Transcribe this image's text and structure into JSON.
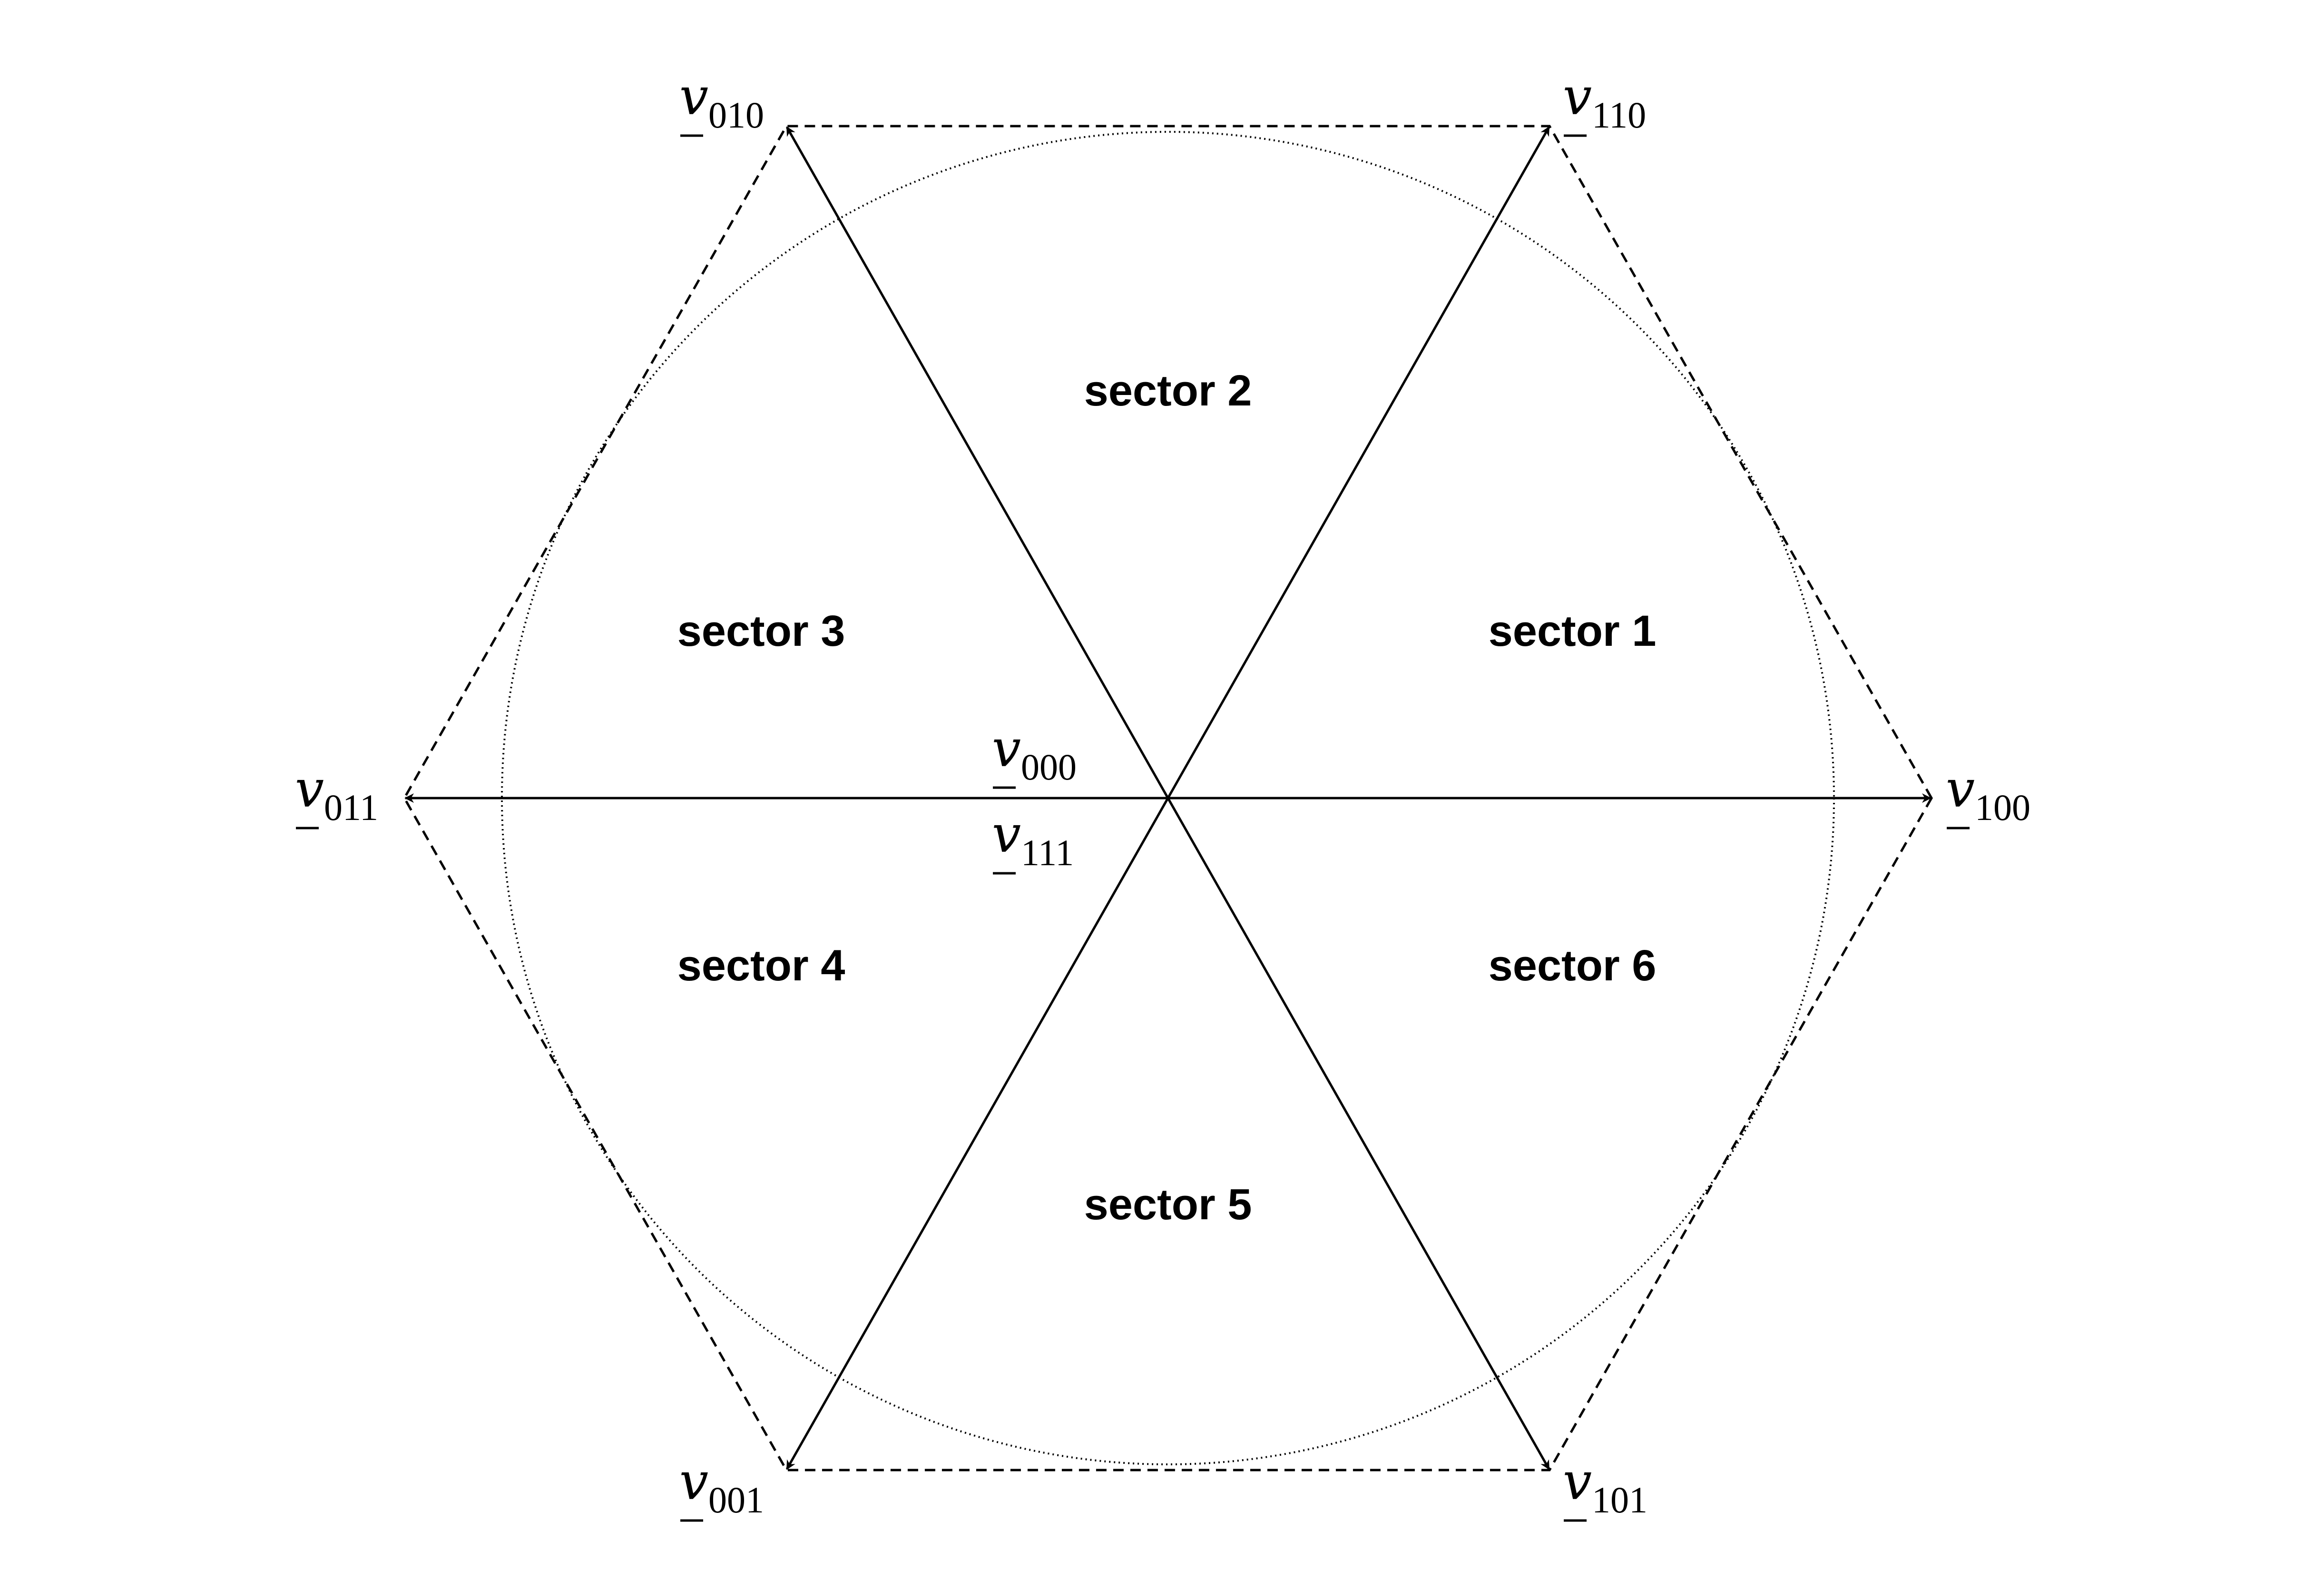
{
  "sectors": [
    {
      "id": "1",
      "label": "sector 1"
    },
    {
      "id": "2",
      "label": "sector 2"
    },
    {
      "id": "3",
      "label": "sector 3"
    },
    {
      "id": "4",
      "label": "sector 4"
    },
    {
      "id": "5",
      "label": "sector 5"
    },
    {
      "id": "6",
      "label": "sector 6"
    }
  ],
  "vectors": [
    {
      "id": "100",
      "symbol": "v",
      "subscript": "100"
    },
    {
      "id": "110",
      "symbol": "v",
      "subscript": "110"
    },
    {
      "id": "010",
      "symbol": "v",
      "subscript": "010"
    },
    {
      "id": "011",
      "symbol": "v",
      "subscript": "011"
    },
    {
      "id": "001",
      "symbol": "v",
      "subscript": "001"
    },
    {
      "id": "101",
      "symbol": "v",
      "subscript": "101"
    }
  ],
  "zero_vectors": [
    {
      "id": "000",
      "symbol": "v",
      "subscript": "000"
    },
    {
      "id": "111",
      "symbol": "v",
      "subscript": "111"
    }
  ],
  "colors": {
    "line": "#000000",
    "background": "#ffffff"
  }
}
